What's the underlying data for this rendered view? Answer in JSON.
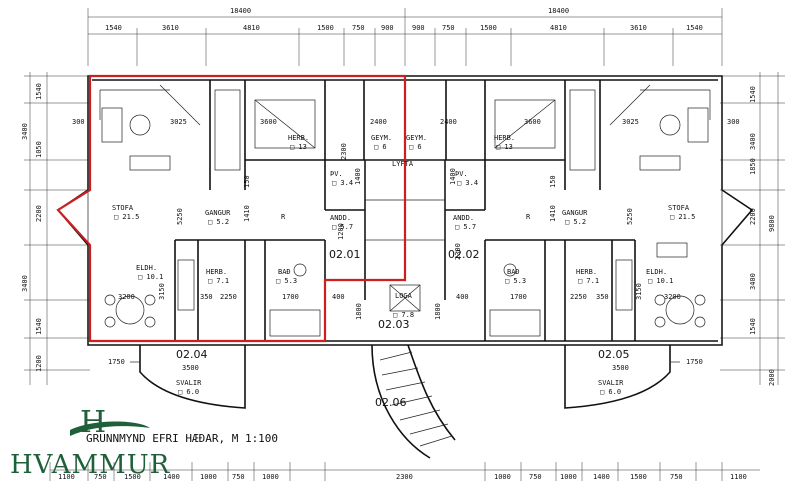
{
  "dims_top_total": [
    "18400",
    "18400"
  ],
  "dims_top": [
    "1540",
    "3610",
    "4810",
    "1500",
    "750",
    "900",
    "900",
    "750",
    "1500",
    "4810",
    "3610",
    "1540"
  ],
  "dims_left": [
    "1540",
    "3400",
    "1050",
    "2200",
    "3400",
    "1540",
    "1200"
  ],
  "dims_right": [
    "1540",
    "3400",
    "1850",
    "2200",
    "3400",
    "1540",
    "9800"
  ],
  "dims_right_extra": "2000",
  "dims_bottom": [
    "1100",
    "750",
    "1500",
    "1400",
    "1000",
    "750",
    "1000",
    "2300",
    "1000",
    "750",
    "1000",
    "1400",
    "1500",
    "750",
    "1100"
  ],
  "rooms": [
    {
      "name": "STOFA",
      "area": "□ 21.5"
    },
    {
      "name": "GANGUR",
      "area": "□ 5.2"
    },
    {
      "name": "HERB.",
      "area": "□ 13"
    },
    {
      "name": "GEYM.",
      "area": "□ 6"
    },
    {
      "name": "ÞV.",
      "area": "□ 3.4"
    },
    {
      "name": "ANDD.",
      "area": "□ 5.7"
    },
    {
      "name": "ELDH.",
      "area": "□ 10.1"
    },
    {
      "name": "HERB.",
      "area": "□ 7.1"
    },
    {
      "name": "BAÐ",
      "area": "□ 5.3"
    },
    {
      "name": "SVALIR",
      "area": "□ 6.0"
    },
    {
      "name": "GEYM.",
      "area": "□ 6"
    },
    {
      "name": "HERB.",
      "area": "□ 13"
    },
    {
      "name": "ÞV.",
      "area": "□ 3.4"
    },
    {
      "name": "ANDD.",
      "area": "□ 5.7"
    },
    {
      "name": "GANGUR",
      "area": "□ 5.2"
    },
    {
      "name": "STOFA",
      "area": "□ 21.5"
    },
    {
      "name": "BAÐ",
      "area": "□ 5.3"
    },
    {
      "name": "HERB.",
      "area": "□ 7.1"
    },
    {
      "name": "ELDH.",
      "area": "□ 10.1"
    },
    {
      "name": "SVALIR",
      "area": "□ 6.0"
    },
    {
      "name": "LOGA",
      "area": "□ 7.8"
    }
  ],
  "lyfta": "LYFTA",
  "r_mark": "R",
  "units": [
    "02.01",
    "02.02",
    "02.03",
    "02.04",
    "02.05",
    "02.06"
  ],
  "inner_dims": [
    "3025",
    "3600",
    "3600",
    "3025",
    "2400",
    "2400",
    "150",
    "150",
    "1410",
    "1410",
    "2250",
    "2250",
    "1700",
    "1700",
    "3200",
    "3200",
    "3150",
    "3150",
    "5250",
    "5250",
    "1200",
    "1400",
    "1400",
    "350",
    "350",
    "400",
    "400",
    "1750",
    "3500",
    "3500",
    "1750",
    "1800",
    "1800",
    "2300",
    "2300",
    "300",
    "300"
  ],
  "title": "GRUNNMYND EFRI HÆÐAR,  M 1:100",
  "logo_text": "HVAMMUR",
  "logo_mark": "H",
  "colors": {
    "highlight": "#cc1f1f",
    "brand": "#1f5f3a"
  }
}
